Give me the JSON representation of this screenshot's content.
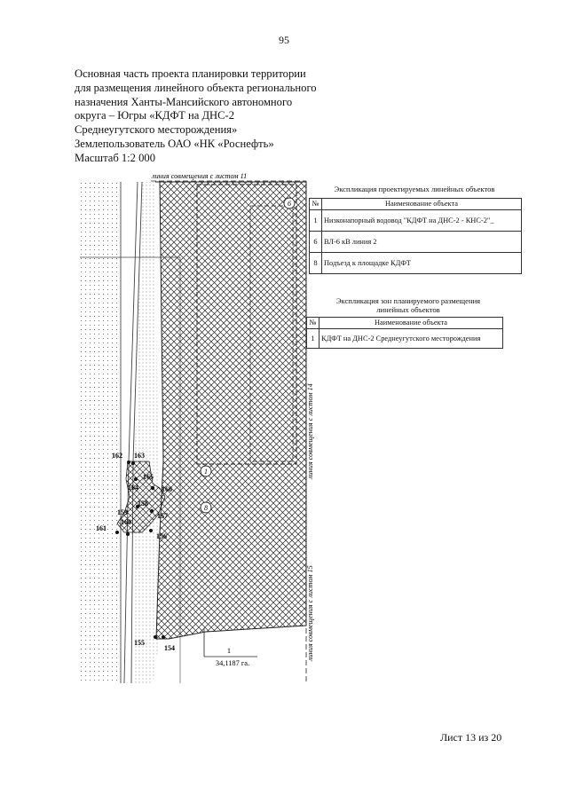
{
  "page_number": "95",
  "heading": [
    "Основная часть проекта планировки территории",
    "для размещения линейного объекта регионального",
    "назначения Ханты-Мансийского автономного",
    "округа – Югры «КДФТ на ДНС-2",
    "Среднеугутского месторождения»",
    "Землепользователь ОАО «НК «Роснефть»",
    "Масштаб 1:2 000"
  ],
  "map": {
    "label_top": "линия совмещения с листом 11",
    "label_right_upper": "линия совмещения с листом 14",
    "label_right_lower": "линия совмещения с листом 15",
    "markers": [
      "6",
      "1",
      "8"
    ],
    "points": [
      "162",
      "163",
      "165",
      "164",
      "166",
      "158",
      "159",
      "157",
      "161",
      "160",
      "156",
      "155",
      "154"
    ],
    "area_number": "1",
    "area_value": "34,1187 га."
  },
  "table_linear": {
    "caption": "Экспликация проектируемых линейных объектов",
    "columns": [
      "№",
      "Наименование объекта"
    ],
    "rows": [
      [
        "1",
        "Низконапорный водовод \"КДФТ на ДНС-2 - КНС-2\"_"
      ],
      [
        "6",
        "ВЛ-6 кВ линия 2"
      ],
      [
        "8",
        "Подъезд к площадке КДФТ"
      ]
    ]
  },
  "table_zones": {
    "caption": "Экспликация зон планируемого размещения линейных объектов",
    "columns": [
      "№",
      "Наименование объекта"
    ],
    "rows": [
      [
        "1",
        "КДФТ на ДНС-2 Среднеугутского месторождения"
      ]
    ]
  },
  "sheet": "Лист 13 из 20"
}
